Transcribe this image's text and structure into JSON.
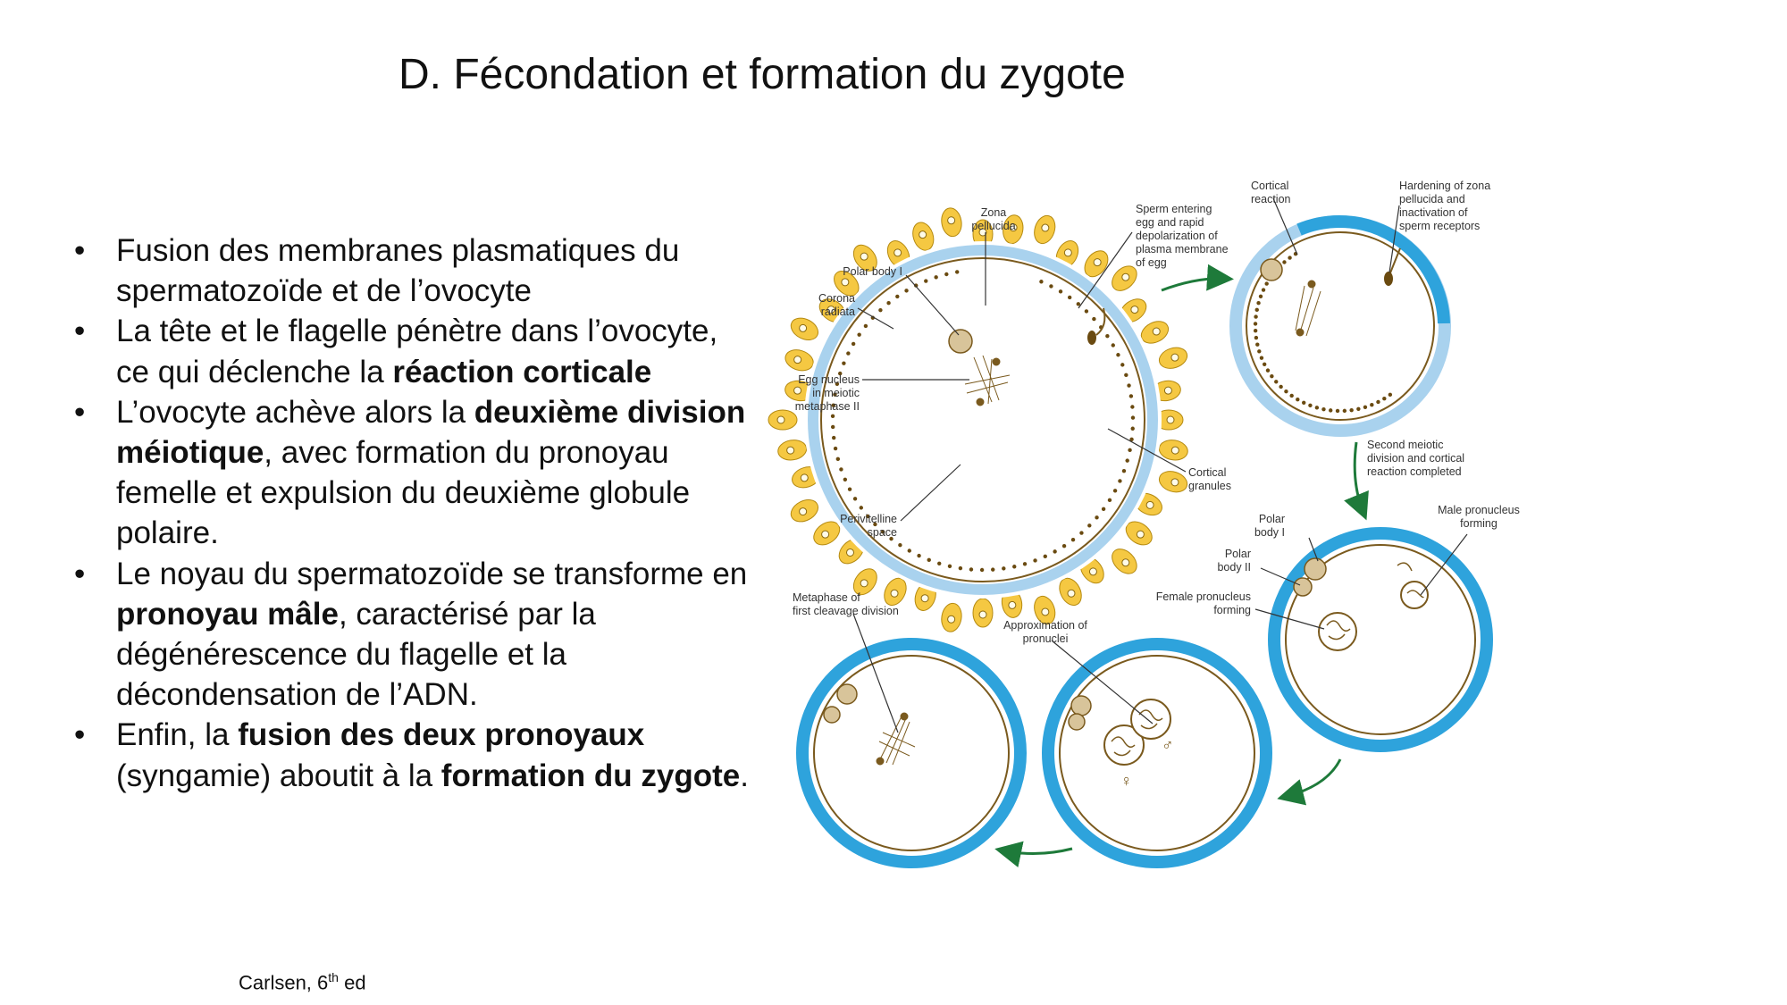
{
  "title": "D.  Fécondation et formation du zygote",
  "bullets": [
    {
      "parts": [
        {
          "t": "Fusion des membranes plasmatiques du spermatozoïde et de l’ovocyte"
        }
      ]
    },
    {
      "parts": [
        {
          "t": "La tête et le flagelle pénètre dans l’ovocyte, ce qui déclenche la "
        },
        {
          "t": "réaction corticale",
          "b": true
        }
      ]
    },
    {
      "parts": [
        {
          "t": "L’ovocyte achève alors la "
        },
        {
          "t": "deuxième division méiotique",
          "b": true
        },
        {
          "t": ", avec formation du pronoyau femelle et expulsion du deuxième globule polaire."
        }
      ]
    },
    {
      "parts": [
        {
          "t": "Le noyau du spermatozoïde se transforme en "
        },
        {
          "t": "pronoyau mâle",
          "b": true
        },
        {
          "t": ", caractérisé par la dégénérescence du flagelle et la décondensation de l’ADN."
        }
      ]
    },
    {
      "parts": [
        {
          "t": "Enfin, la "
        },
        {
          "t": "fusion des deux pronoyaux",
          "b": true
        },
        {
          "t": " (syngamie) aboutit à la "
        },
        {
          "t": "formation du zygote",
          "b": true
        },
        {
          "t": "."
        }
      ]
    }
  ],
  "credit": {
    "text": "Carlsen, 6",
    "sup": "th",
    "suffix": " ed"
  },
  "diagram": {
    "colors": {
      "zona": "#2ea3dc",
      "zona_light": "#a9d2ee",
      "corona": "#f5c842",
      "cell_line": "#7a5a1e",
      "arrow": "#1e7a3a"
    },
    "labels": {
      "zona_pellucida": [
        "Zona",
        "pellucida"
      ],
      "sperm_entering": [
        "Sperm entering",
        "egg and rapid",
        "depolarization of",
        "plasma membrane",
        "of egg"
      ],
      "polar_body_1": [
        "Polar body I"
      ],
      "corona_radiata": [
        "Corona",
        "radiata"
      ],
      "egg_nucleus": [
        "Egg nucleus",
        "in meiotic",
        "metaphase II"
      ],
      "cortical_granules": [
        "Cortical",
        "granules"
      ],
      "perivitelline": [
        "Perivitelline",
        "space"
      ],
      "cortical_reaction": [
        "Cortical",
        "reaction"
      ],
      "hardening": [
        "Hardening of zona",
        "pellucida and",
        "inactivation of",
        "sperm receptors"
      ],
      "second_meiotic": [
        "Second meiotic",
        "division and cortical",
        "reaction completed"
      ],
      "polar_body_1b": [
        "Polar",
        "body I"
      ],
      "polar_body_2": [
        "Polar",
        "body II"
      ],
      "male_pronucleus": [
        "Male pronucleus",
        "forming"
      ],
      "female_pronucleus": [
        "Female pronucleus",
        "forming"
      ],
      "approximation": [
        "Approximation of",
        "pronuclei"
      ],
      "metaphase_cleavage": [
        "Metaphase of",
        "first cleavage division"
      ]
    },
    "symbols": {
      "female": "♀",
      "male": "♂"
    }
  }
}
